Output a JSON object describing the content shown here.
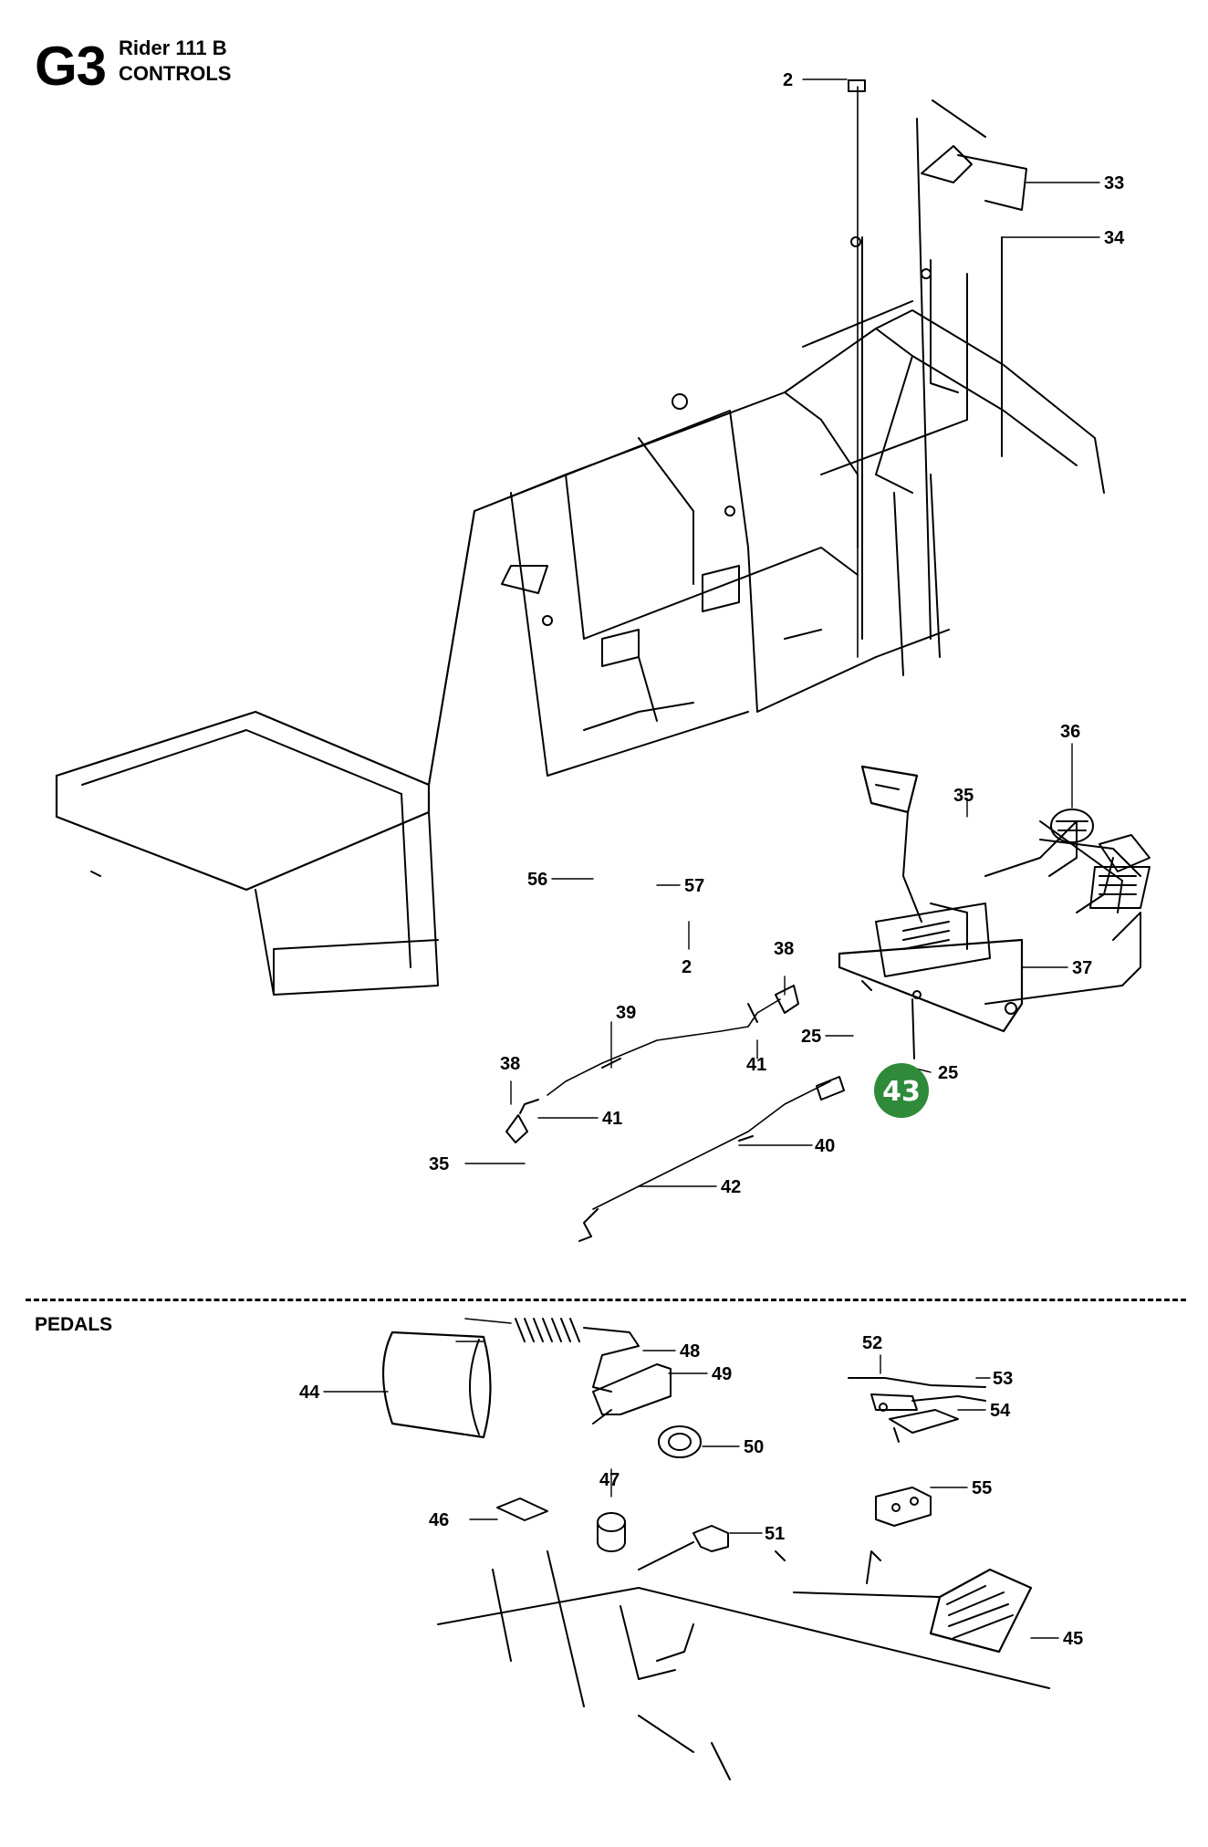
{
  "header": {
    "code": "G3",
    "model": "Rider 111 B",
    "title": "CONTROLS"
  },
  "section2": {
    "title": "PEDALS"
  },
  "highlight": {
    "label": "43",
    "color": "#2f8a3a"
  },
  "callouts": [
    {
      "id": "c-2a",
      "label": "2"
    },
    {
      "id": "c-33",
      "label": "33"
    },
    {
      "id": "c-34",
      "label": "34"
    },
    {
      "id": "c-36",
      "label": "36"
    },
    {
      "id": "c-35a",
      "label": "35"
    },
    {
      "id": "c-56",
      "label": "56"
    },
    {
      "id": "c-57",
      "label": "57"
    },
    {
      "id": "c-2b",
      "label": "2"
    },
    {
      "id": "c-38a",
      "label": "38"
    },
    {
      "id": "c-37",
      "label": "37"
    },
    {
      "id": "c-39",
      "label": "39"
    },
    {
      "id": "c-25a",
      "label": "25"
    },
    {
      "id": "c-41a",
      "label": "41"
    },
    {
      "id": "c-25b",
      "label": "25"
    },
    {
      "id": "c-38b",
      "label": "38"
    },
    {
      "id": "c-41b",
      "label": "41"
    },
    {
      "id": "c-40",
      "label": "40"
    },
    {
      "id": "c-35b",
      "label": "35"
    },
    {
      "id": "c-42",
      "label": "42"
    },
    {
      "id": "c-48",
      "label": "48"
    },
    {
      "id": "c-49",
      "label": "49"
    },
    {
      "id": "c-44",
      "label": "44"
    },
    {
      "id": "c-50",
      "label": "50"
    },
    {
      "id": "c-47",
      "label": "47"
    },
    {
      "id": "c-46",
      "label": "46"
    },
    {
      "id": "c-51",
      "label": "51"
    },
    {
      "id": "c-52",
      "label": "52"
    },
    {
      "id": "c-53",
      "label": "53"
    },
    {
      "id": "c-54",
      "label": "54"
    },
    {
      "id": "c-55",
      "label": "55"
    },
    {
      "id": "c-45",
      "label": "45"
    }
  ]
}
